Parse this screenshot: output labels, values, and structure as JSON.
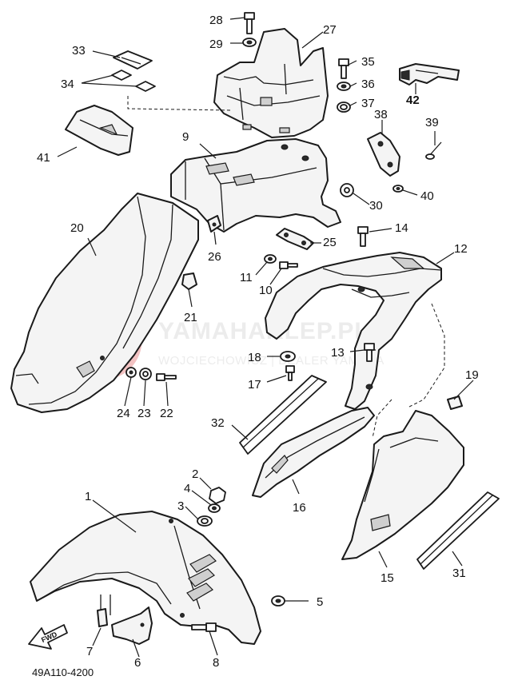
{
  "diagram": {
    "drawing_code": "49A110-4200",
    "direction_label": "FWD",
    "watermark": {
      "title": "YAMAHAKLEP.PL",
      "subtitle": "WOJCIECHOWICZ | DEALER YAMAHA",
      "accent_color": "#e8a0a0"
    },
    "callouts": {
      "c1": "1",
      "c2": "2",
      "c3": "3",
      "c4": "4",
      "c5": "5",
      "c6": "6",
      "c7": "7",
      "c8": "8",
      "c9": "9",
      "c10": "10",
      "c11": "11",
      "c12": "12",
      "c13": "13",
      "c14": "14",
      "c15": "15",
      "c16": "16",
      "c17": "17",
      "c18": "18",
      "c19": "19",
      "c20": "20",
      "c21": "21",
      "c22": "22",
      "c23": "23",
      "c24": "24",
      "c25": "25",
      "c26": "26",
      "c27": "27",
      "c28": "28",
      "c29": "29",
      "c30": "30",
      "c31": "31",
      "c32": "32",
      "c33": "33",
      "c34": "34",
      "c35": "35",
      "c36": "36",
      "c37": "37",
      "c38": "38",
      "c39": "39",
      "c40": "40",
      "c41": "41",
      "c42": "42"
    }
  }
}
